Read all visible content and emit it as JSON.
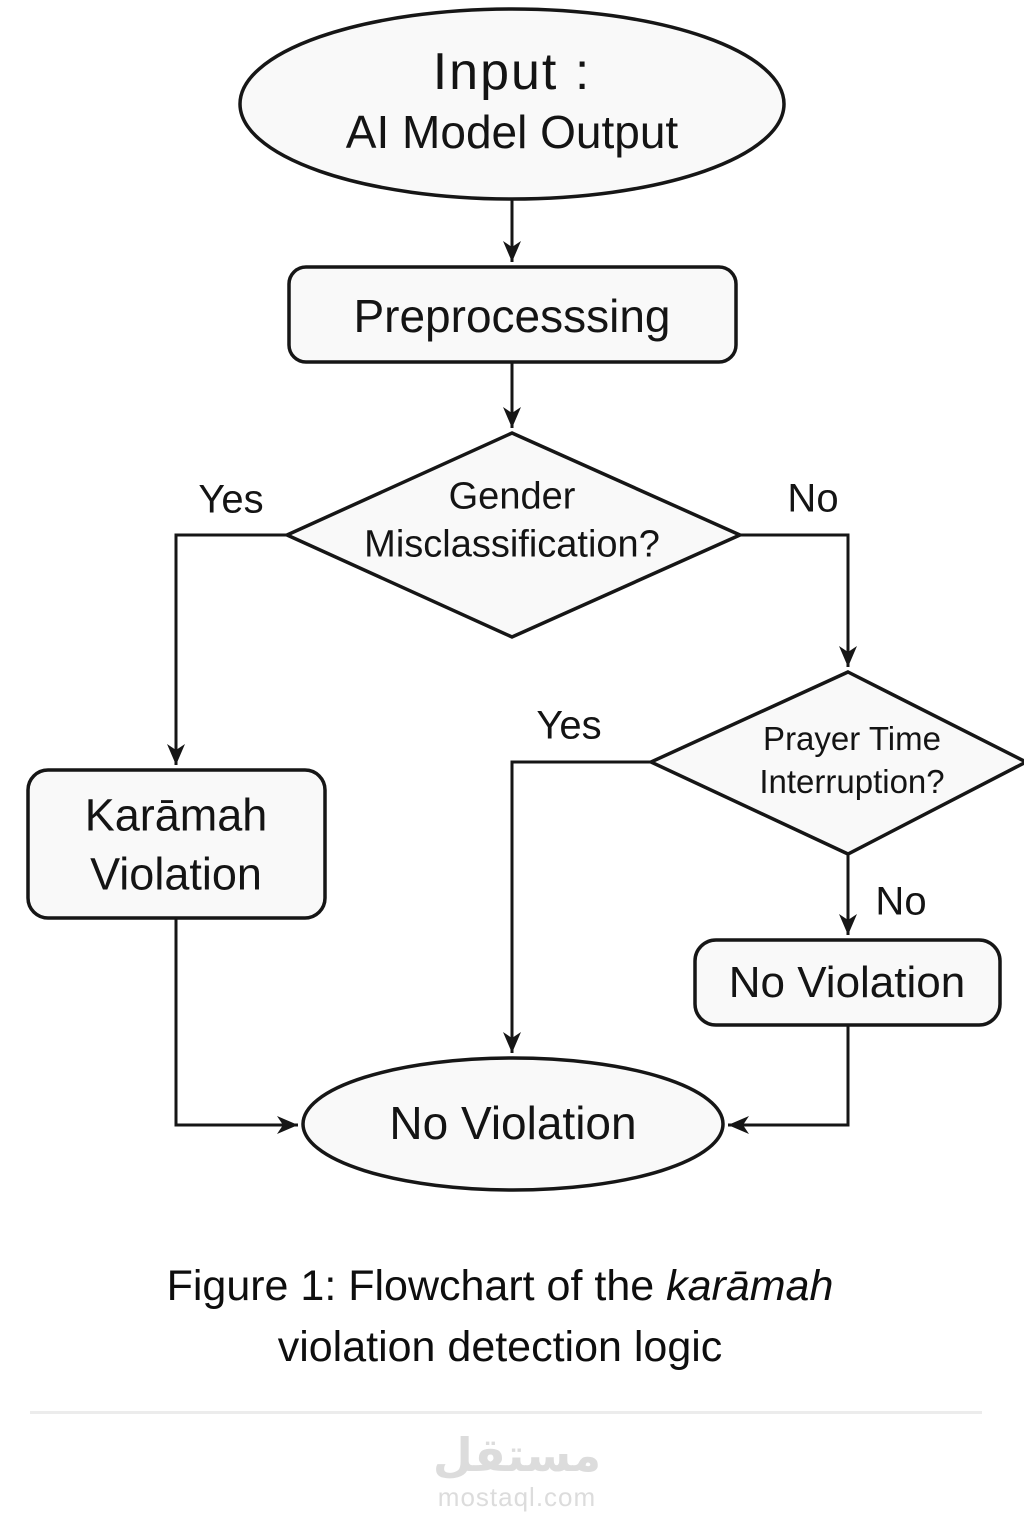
{
  "nodes": {
    "input": {
      "line1": "Input :",
      "line2": "AI Model Output"
    },
    "preprocessing": {
      "label": "Preprocesssing"
    },
    "gender_check": {
      "line1": "Gender",
      "line2": "Misclassification?"
    },
    "prayer_check": {
      "line1": "Prayer Time",
      "line2": "Interruption?"
    },
    "karamah_violation": {
      "line1": "Karāmah",
      "line2": "Violation"
    },
    "no_violation_box": {
      "label": "No Violation"
    },
    "no_violation_end": {
      "label": "No Violation"
    }
  },
  "edges": {
    "gender_yes": "Yes",
    "gender_no": "No",
    "prayer_yes": "Yes",
    "prayer_no": "No"
  },
  "caption": {
    "prefix": "Figure 1: Flowchart of the ",
    "term_italic": "karāmah",
    "line2": "violation detection logic"
  },
  "watermark": {
    "logo_text": "مستقل",
    "site": "mostaql.com"
  },
  "colors": {
    "stroke": "#161616",
    "node_fill": "#f9f9f9",
    "background": "#ffffff",
    "watermark": "#dcdcdc"
  }
}
